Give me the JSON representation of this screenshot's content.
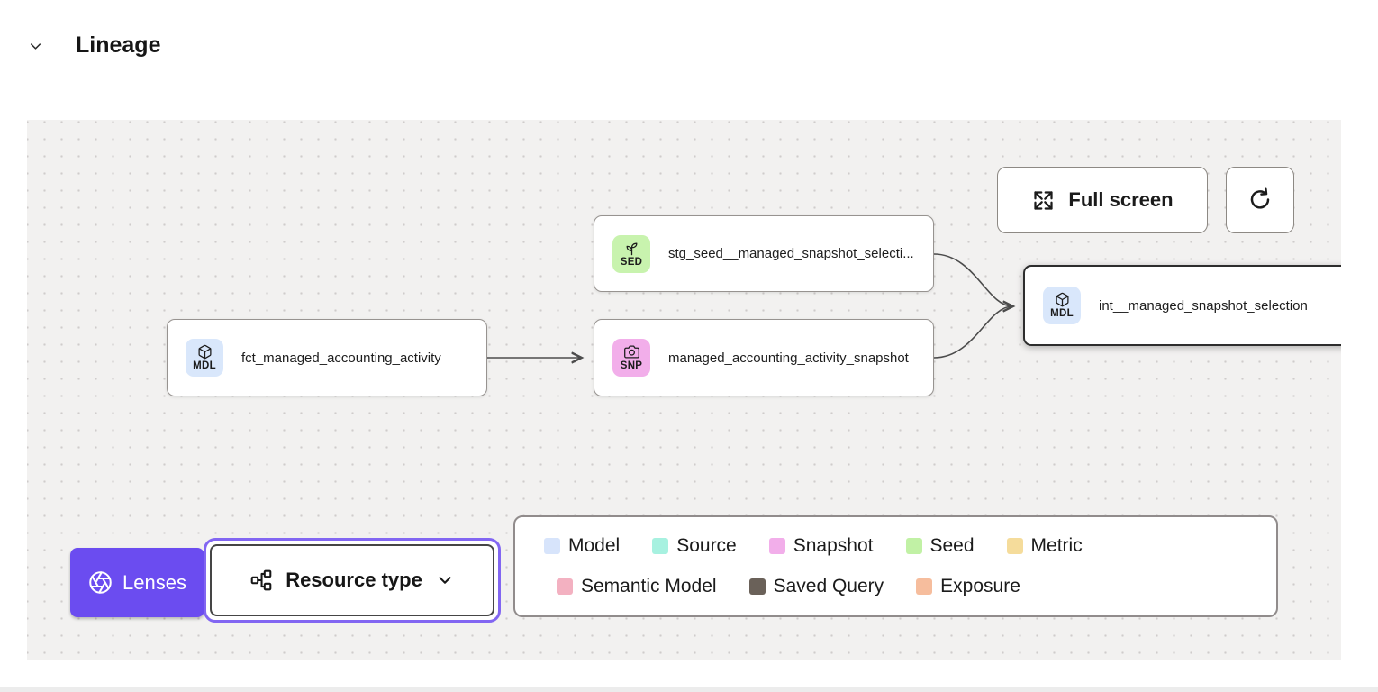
{
  "header": {
    "title": "Lineage",
    "collapse_icon": "chevron-down-icon"
  },
  "toolbar": {
    "full_screen_label": "Full screen",
    "full_screen_icon": "expand-arrows-icon",
    "refresh_icon": "refresh-icon"
  },
  "nodes": [
    {
      "badge": "SED",
      "badge_color": "#c8f3ae",
      "icon": "sprout-icon",
      "label": "stg_seed__managed_snapshot_selecti...",
      "selected": false
    },
    {
      "badge": "MDL",
      "badge_color": "#d9e7fb",
      "icon": "cube-icon",
      "label": "fct_managed_accounting_activity",
      "selected": false
    },
    {
      "badge": "SNP",
      "badge_color": "#f2aeea",
      "icon": "camera-icon",
      "label": "managed_accounting_activity_snapshot",
      "selected": false
    },
    {
      "badge": "MDL",
      "badge_color": "#d9e7fb",
      "icon": "cube-icon",
      "label": "int__managed_snapshot_selection",
      "selected": true
    }
  ],
  "lenses": {
    "button_label": "Lenses",
    "button_color": "#6b4cf0",
    "button_icon": "aperture-icon",
    "active_lens_label": "Resource type",
    "active_lens_icon": "hierarchy-icon",
    "focus_ring_color": "#8266f2",
    "dropdown_icon": "chevron-down-icon"
  },
  "legend": {
    "rows": [
      [
        {
          "label": "Model",
          "color": "#d7e4fb"
        },
        {
          "label": "Source",
          "color": "#a7f1e0"
        },
        {
          "label": "Snapshot",
          "color": "#f2aeea"
        },
        {
          "label": "Seed",
          "color": "#c1f1a5"
        },
        {
          "label": "Metric",
          "color": "#f5dc9b"
        }
      ],
      [
        {
          "label": "Semantic Model",
          "color": "#f3b1c1"
        },
        {
          "label": "Saved Query",
          "color": "#6a6159"
        },
        {
          "label": "Exposure",
          "color": "#f6bd9d"
        }
      ]
    ]
  },
  "canvas": {
    "background": "#f2f1f0",
    "edge_color": "#4c4c4c"
  }
}
